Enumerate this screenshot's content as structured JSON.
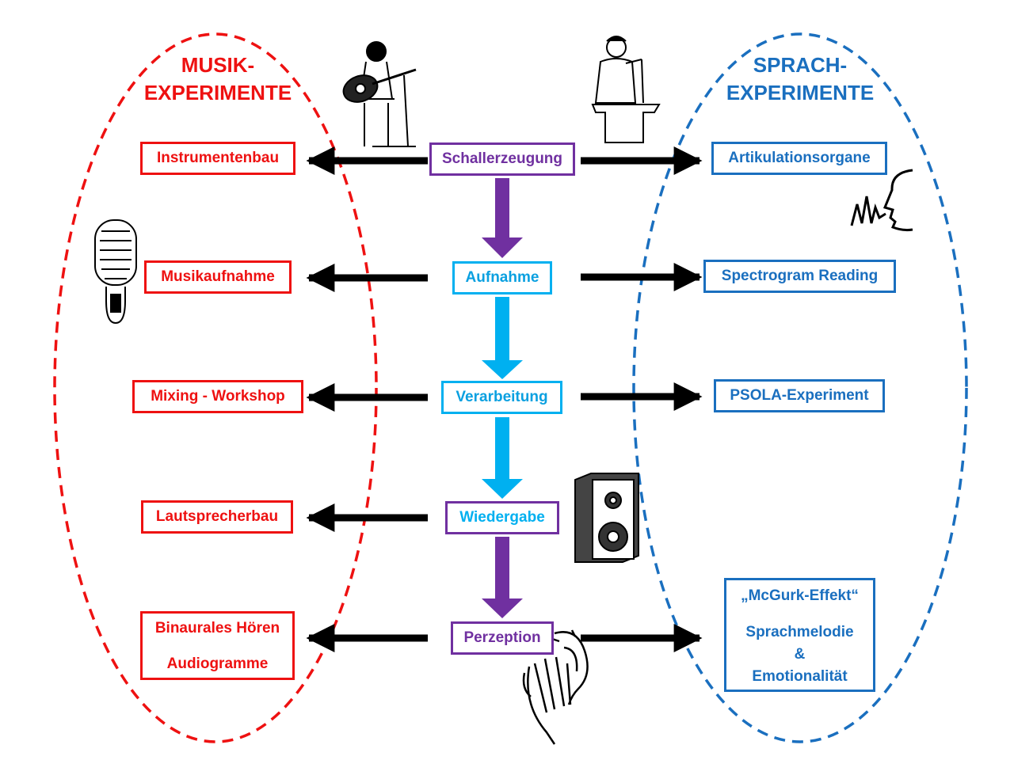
{
  "colors": {
    "musik": "#ee1111",
    "sprach": "#1a6fbf",
    "process_purple": "#7030a0",
    "process_cyan": "#00b0f0",
    "arrow_black": "#000000"
  },
  "musik": {
    "title": "MUSIK-\nEXPERIMENTE",
    "items": [
      "Instrumentenbau",
      "Musikaufnahme",
      "Mixing - Workshop",
      "Lautsprecherbau"
    ],
    "last_lines": [
      "Binaurales Hören",
      "Audiogramme"
    ]
  },
  "sprach": {
    "title": "SPRACH-\nEXPERIMENTE",
    "items": [
      "Artikulationsorgane",
      "Spectrogram Reading",
      "PSOLA-Experiment"
    ],
    "last_lines": [
      "„McGurk-Effekt“",
      "Sprachmelodie",
      "&",
      "Emotionalität"
    ]
  },
  "process": {
    "steps": [
      "Schallerzeugung",
      "Aufnahme",
      "Verarbeitung",
      "Wiedergabe",
      "Perzeption"
    ]
  },
  "icons": [
    "guitarist-icon",
    "speaker-at-podium-icon",
    "speaking-head-icon",
    "microphone-icon",
    "loudspeaker-icon",
    "listening-ear-icon"
  ]
}
